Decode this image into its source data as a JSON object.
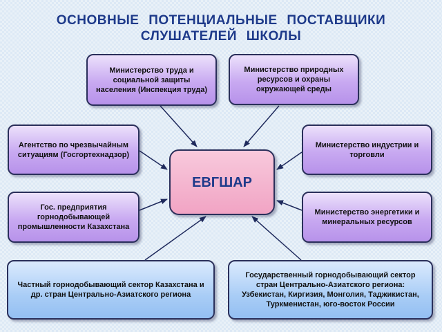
{
  "title": {
    "line1": "ОСНОВНЫЕ ПОТЕНЦИАЛЬНЫЕ ПОСТАВЩИКИ",
    "line2": "СЛУШАТЕЛЕЙ ШКОЛЫ"
  },
  "center": {
    "label": "ЕВГШАР"
  },
  "boxes": {
    "labor_ministry": "Министерство труда и социальной защиты населения (Инспекция труда)",
    "nature_ministry": "Министерство природных ресурсов и охраны окружающей среды",
    "emergency_agency": "Агентство по чрезвычайным ситуациям (Госгортехнадзор)",
    "industry_ministry": "Министерство индустрии и торговли",
    "state_mining": "Гос. предприятия горнодобывающей промышленности Казахстана",
    "energy_ministry": "Министерство энергетики и минеральных ресурсов",
    "private_sector": "Частный горнодобывающий сектор Казахстана и др. стран Центрально-Азиатского региона",
    "state_sector_ca": "Государственный горнодобывающий сектор стран Центрально-Азиатского региона: Узбекистан, Киргизия, Монголия, Таджикистан, Туркменистан, юго-восток России"
  },
  "colors": {
    "title": "#1e3a8a",
    "violet_box": "#c8a9f1",
    "blue_box": "#a9cdf6",
    "center_box": "#f1a4c4",
    "border": "#2a2f5a",
    "arrow": "#1f2a5c"
  }
}
